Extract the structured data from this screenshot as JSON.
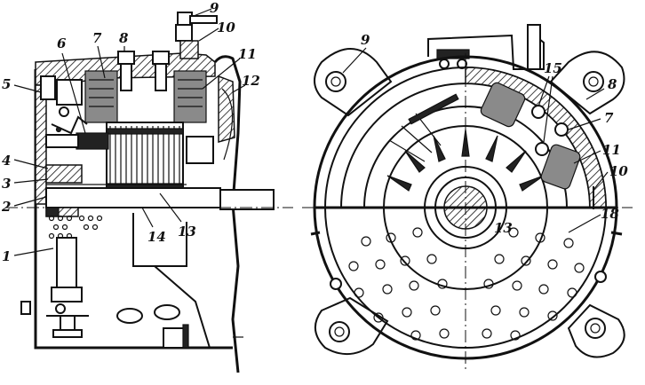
{
  "left_view": {
    "callouts": [
      {
        "id": "c1",
        "text": "1"
      },
      {
        "id": "c2",
        "text": "2"
      },
      {
        "id": "c3",
        "text": "3"
      },
      {
        "id": "c4",
        "text": "4"
      },
      {
        "id": "c5",
        "text": "5"
      },
      {
        "id": "c6",
        "text": "6"
      },
      {
        "id": "c7",
        "text": "7"
      },
      {
        "id": "c8",
        "text": "8"
      },
      {
        "id": "c9",
        "text": "9"
      },
      {
        "id": "c10",
        "text": "10"
      },
      {
        "id": "c11",
        "text": "11"
      },
      {
        "id": "c12",
        "text": "12"
      },
      {
        "id": "c13",
        "text": "13"
      },
      {
        "id": "c14",
        "text": "14"
      }
    ]
  },
  "right_view": {
    "callouts": [
      {
        "id": "c9",
        "text": "9"
      },
      {
        "id": "c15",
        "text": "15"
      },
      {
        "id": "c8",
        "text": "8"
      },
      {
        "id": "c7",
        "text": "7"
      },
      {
        "id": "c11",
        "text": "11"
      },
      {
        "id": "c10",
        "text": "10"
      },
      {
        "id": "c13",
        "text": "13"
      },
      {
        "id": "c18",
        "text": "18"
      }
    ]
  }
}
